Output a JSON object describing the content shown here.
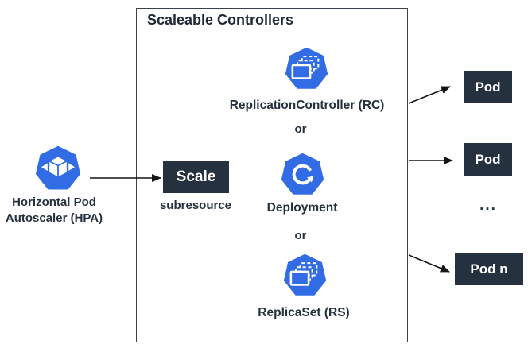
{
  "title": "Scaleable Controllers",
  "hpa": {
    "label_line1": "Horizontal Pod",
    "label_line2": "Autoscaler (HPA)"
  },
  "scale": {
    "label": "Scale",
    "sublabel": "subresource"
  },
  "controllers": [
    {
      "label": "ReplicationController (RC)",
      "icon": "replication-controller-icon"
    },
    {
      "label": "Deployment",
      "icon": "deployment-icon"
    },
    {
      "label": "ReplicaSet (RS)",
      "icon": "replicaset-icon"
    }
  ],
  "or_label": "or",
  "pods": [
    {
      "label": "Pod"
    },
    {
      "label": "Pod"
    },
    {
      "label": "Pod n"
    }
  ],
  "ellipsis": "...",
  "colors": {
    "k8s_blue": "#326CE5",
    "navy": "#263140",
    "arrow": "#151515"
  }
}
